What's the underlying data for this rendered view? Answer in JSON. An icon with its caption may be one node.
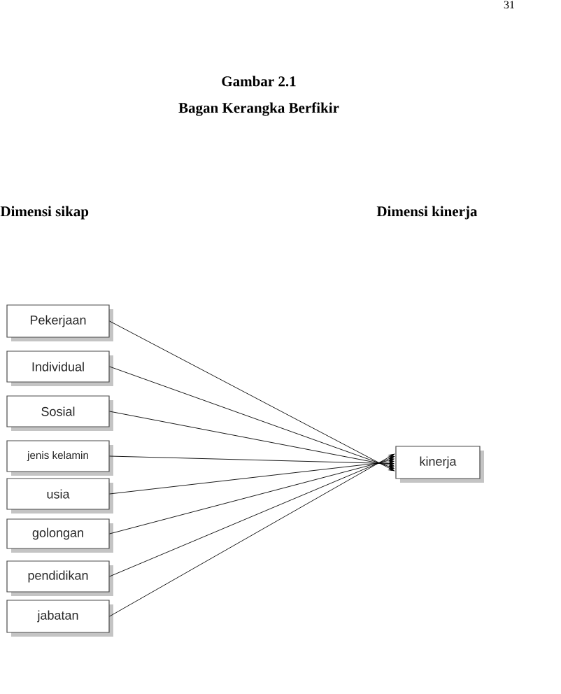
{
  "diagram": {
    "title": "Bagan Kerangka Berfikir",
    "nodes": [
      {
        "text": [
          "Pekerjaan"
        ]
      },
      {
        "text": [
          "Individual"
        ]
      },
      {
        "text": [
          "Sosial"
        ]
      },
      {
        "text": [
          "jenis kelamin"
        ]
      },
      {
        "text": [
          "usia"
        ]
      },
      {
        "text": [
          "golongan"
        ]
      },
      {
        "text": [
          "pendidikan"
        ]
      },
      {
        "text": [
          "jabatan"
        ]
      },
      {
        "text": [
          "kinerja"
        ]
      }
    ],
    "edges": [
      {
        "from": 0,
        "to": 8,
        "arrow": "to"
      },
      {
        "from": 1,
        "to": 8,
        "arrow": "to"
      },
      {
        "from": 2,
        "to": 8,
        "arrow": "to"
      },
      {
        "from": 3,
        "to": 8,
        "arrow": "to"
      },
      {
        "from": 4,
        "to": 8,
        "arrow": "to"
      },
      {
        "from": 5,
        "to": 8,
        "arrow": "to"
      },
      {
        "from": 6,
        "to": 8,
        "arrow": "to"
      },
      {
        "from": 7,
        "to": 8,
        "arrow": "to"
      }
    ],
    "labels": [
      "31",
      "Gambar 2.1",
      "Dimensi sikap",
      "Dimensi kinerja"
    ]
  }
}
